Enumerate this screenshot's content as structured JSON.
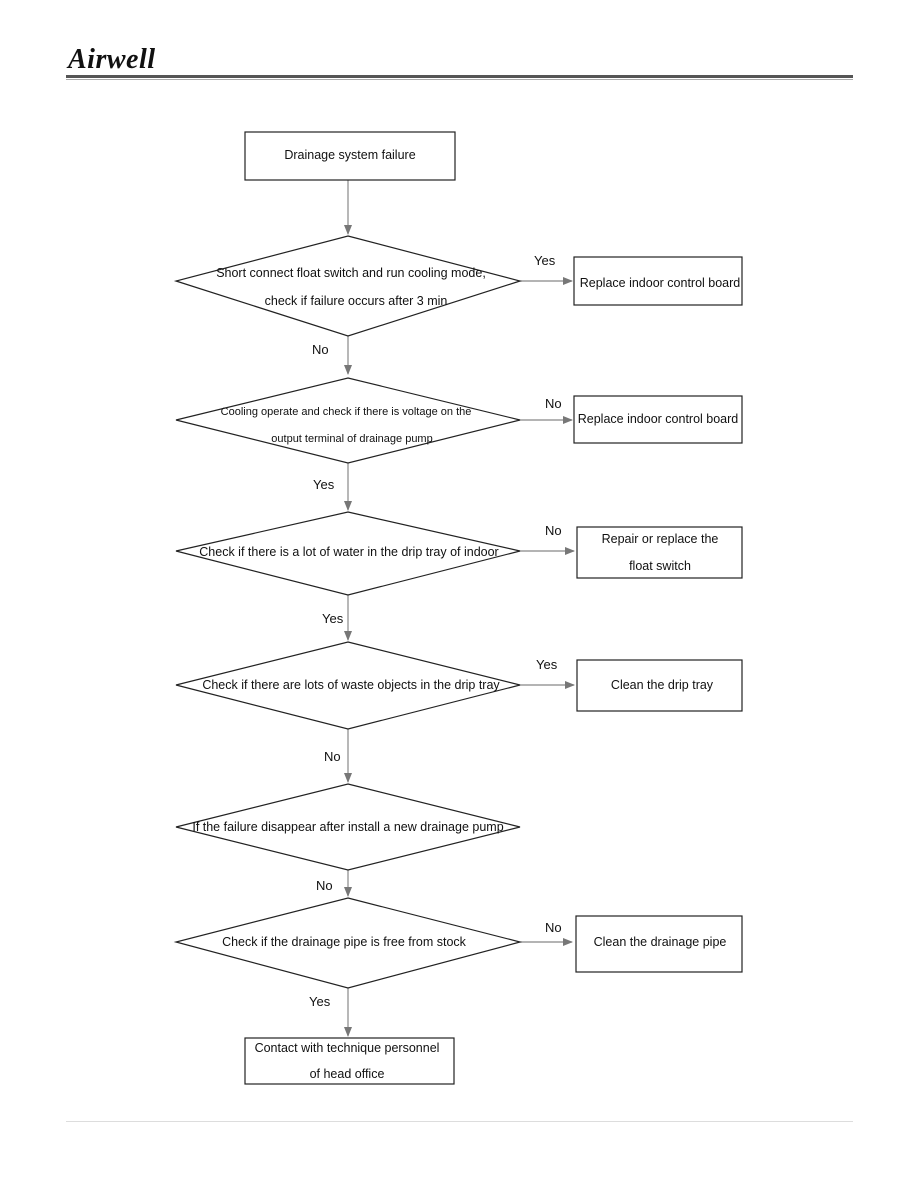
{
  "header": {
    "logo_text": "Airwell"
  },
  "flowchart": {
    "start": "Drainage system failure",
    "d1": {
      "line1": "Short connect float switch and run cooling mode,",
      "line2": "check if  failure occurs after 3 min"
    },
    "d1_yes_label": "Yes",
    "r1": "Replace indoor control board",
    "d1_down_label": "No",
    "d2": {
      "line1": "Cooling operate and check if there is voltage on the",
      "line2": "output terminal of drainage pump"
    },
    "d2_no_label": "No",
    "r2": "Replace indoor control board",
    "d2_down_label": "Yes",
    "d3": "Check if there is a lot of water in the drip tray of indoor",
    "d3_no_label": "No",
    "r3": {
      "line1": "Repair or replace the",
      "line2": "float switch"
    },
    "d3_down_label": "Yes",
    "d4": "Check if there are lots of waste objects in the  drip tray",
    "d4_yes_label": "Yes",
    "r4": "Clean the drip tray",
    "d4_down_label": "No",
    "d5": "If the failure disappear after install a new drainage pump",
    "d5_down_label": "No",
    "d6": "Check if the drainage pipe is free from stock",
    "d6_no_label": "No",
    "r6": "Clean the drainage pipe",
    "d6_down_label": "Yes",
    "end": {
      "line1": "Contact with technique personnel",
      "line2": "of head office"
    }
  }
}
